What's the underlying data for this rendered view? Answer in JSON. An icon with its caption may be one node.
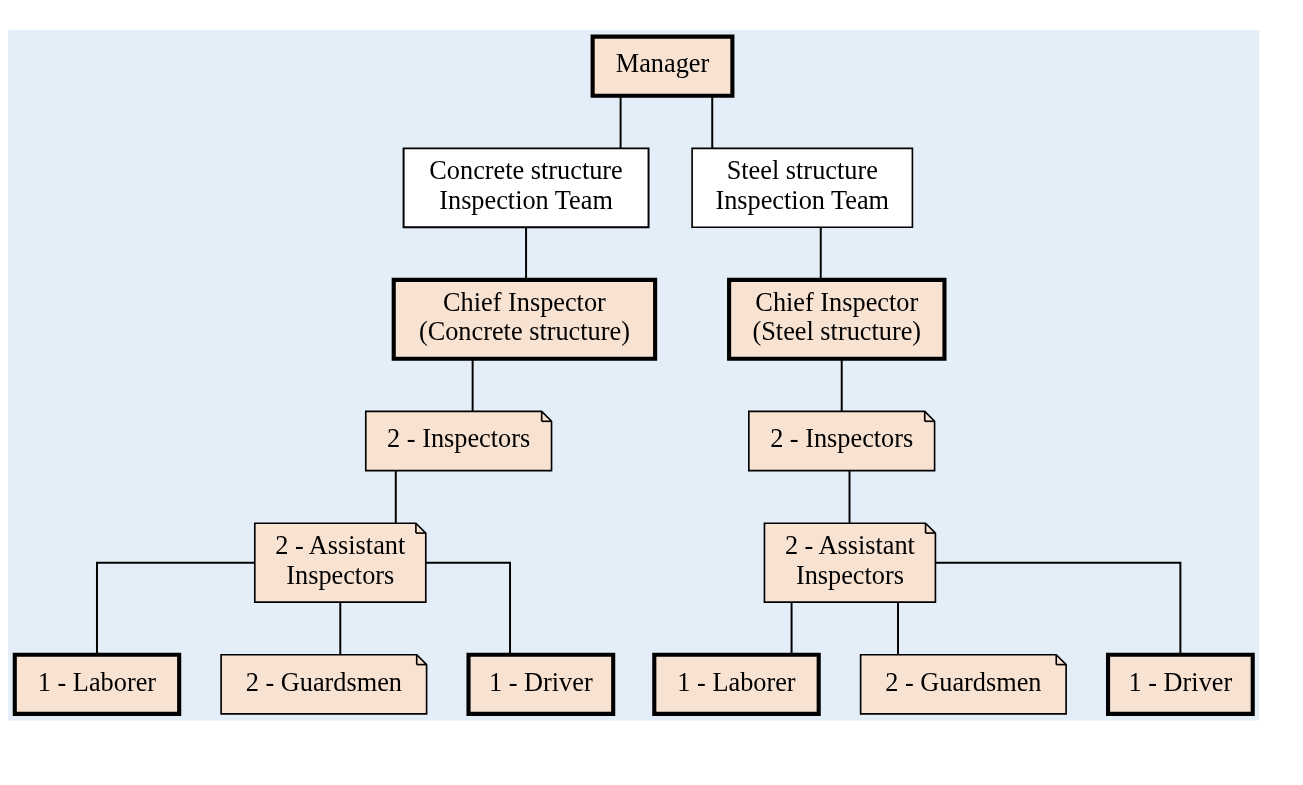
{
  "diagram": {
    "nodes": [
      {
        "text": [
          "Manager"
        ]
      },
      {
        "text": [
          "Concrete structure Inspection Team"
        ]
      },
      {
        "text": [
          "Steel structure Inspection Team"
        ]
      },
      {
        "text": [
          "Chief Inspector (Concrete structure)"
        ]
      },
      {
        "text": [
          "Chief Inspector (Steel structure)"
        ]
      },
      {
        "text": [
          "2 - Inspectors"
        ]
      },
      {
        "text": [
          "2 - Inspectors"
        ]
      },
      {
        "text": [
          "2 - Assistant Inspectors"
        ]
      },
      {
        "text": [
          "2 - Assistant Inspectors"
        ]
      },
      {
        "text": [
          "1 - Laborer"
        ]
      },
      {
        "text": [
          "2 - Guardsmen"
        ]
      },
      {
        "text": [
          "1 - Driver"
        ]
      },
      {
        "text": [
          "1 - Laborer"
        ]
      },
      {
        "text": [
          "2 - Guardsmen"
        ]
      },
      {
        "text": [
          "1 - Driver"
        ]
      }
    ],
    "edges": [
      {
        "from": 0,
        "to": 1,
        "arrow": "none"
      },
      {
        "from": 0,
        "to": 2,
        "arrow": "none"
      },
      {
        "from": 1,
        "to": 3,
        "arrow": "none"
      },
      {
        "from": 2,
        "to": 4,
        "arrow": "none"
      },
      {
        "from": 3,
        "to": 5,
        "arrow": "none"
      },
      {
        "from": 4,
        "to": 6,
        "arrow": "none"
      },
      {
        "from": 5,
        "to": 7,
        "arrow": "none"
      },
      {
        "from": 6,
        "to": 8,
        "arrow": "none"
      },
      {
        "from": 7,
        "to": 9,
        "arrow": "none"
      },
      {
        "from": 7,
        "to": 10,
        "arrow": "none"
      },
      {
        "from": 7,
        "to": 11,
        "arrow": "none"
      },
      {
        "from": 8,
        "to": 12,
        "arrow": "none"
      },
      {
        "from": 8,
        "to": 13,
        "arrow": "none"
      },
      {
        "from": 8,
        "to": 14,
        "arrow": "none"
      }
    ]
  }
}
